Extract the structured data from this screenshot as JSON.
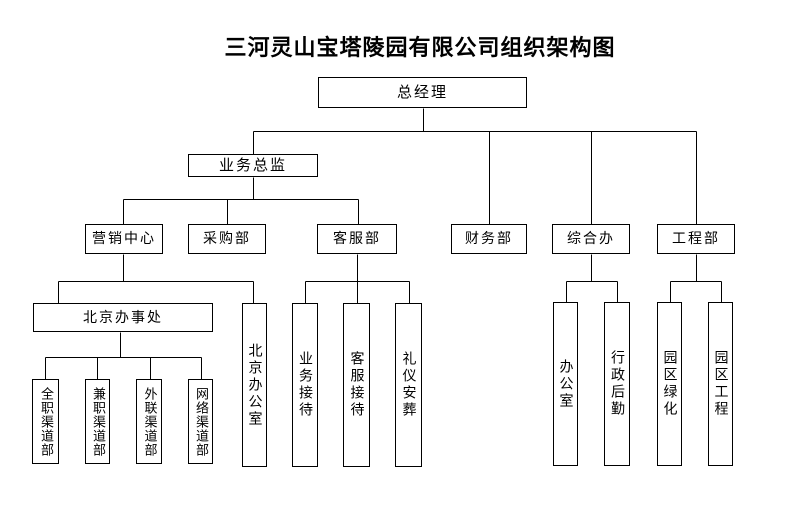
{
  "title": "三河灵山宝塔陵园有限公司组织架构图",
  "org": {
    "general_manager": "总经理",
    "business_director": "业务总监",
    "marketing_center": "营销中心",
    "procurement_dept": "采购部",
    "customer_service_dept": "客服部",
    "finance_dept": "财务部",
    "general_affairs_office": "综合办",
    "engineering_dept": "工程部",
    "beijing_branch_office": "北京办事处",
    "beijing_office": "北京办公室",
    "business_reception": "业务接待",
    "customer_reception": "客服接待",
    "ceremonial_burial": "礼仪安葬",
    "office": "办公室",
    "admin_logistics": "行政后勤",
    "park_greening": "园区绿化",
    "park_engineering": "园区工程",
    "fulltime_channel_dept": "全职渠道部",
    "parttime_channel_dept": "兼职渠道部",
    "outreach_channel_dept": "外联渠道部",
    "network_channel_dept": "网络渠道部"
  },
  "hierarchy": {
    "总经理": [
      "业务总监",
      "财务部",
      "综合办",
      "工程部"
    ],
    "业务总监": [
      "营销中心",
      "采购部",
      "客服部"
    ],
    "营销中心": [
      "北京办事处",
      "北京办公室"
    ],
    "客服部": [
      "业务接待",
      "客服接待",
      "礼仪安葬"
    ],
    "综合办": [
      "办公室",
      "行政后勤"
    ],
    "工程部": [
      "园区绿化",
      "园区工程"
    ],
    "北京办事处": [
      "全职渠道部",
      "兼职渠道部",
      "外联渠道部",
      "网络渠道部"
    ]
  },
  "colors": {
    "background": "#ffffff",
    "line": "#000000",
    "box_border": "#000000",
    "text": "#000000"
  }
}
